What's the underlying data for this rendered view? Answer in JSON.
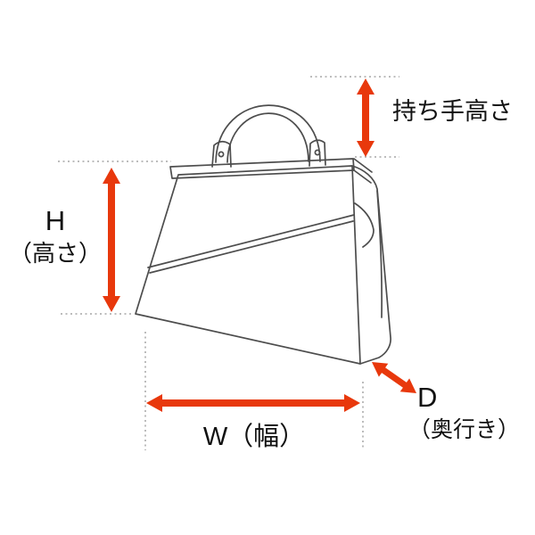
{
  "diagram": {
    "labels": {
      "handle_height": "持ち手高さ",
      "height_symbol": "H",
      "height_name": "（高さ）",
      "width": "W（幅）",
      "depth_symbol": "D",
      "depth_name": "（奥行き）"
    },
    "colors": {
      "arrow": "#e8380c",
      "line": "#4d4d4d",
      "guide": "#a6a6a6"
    }
  }
}
